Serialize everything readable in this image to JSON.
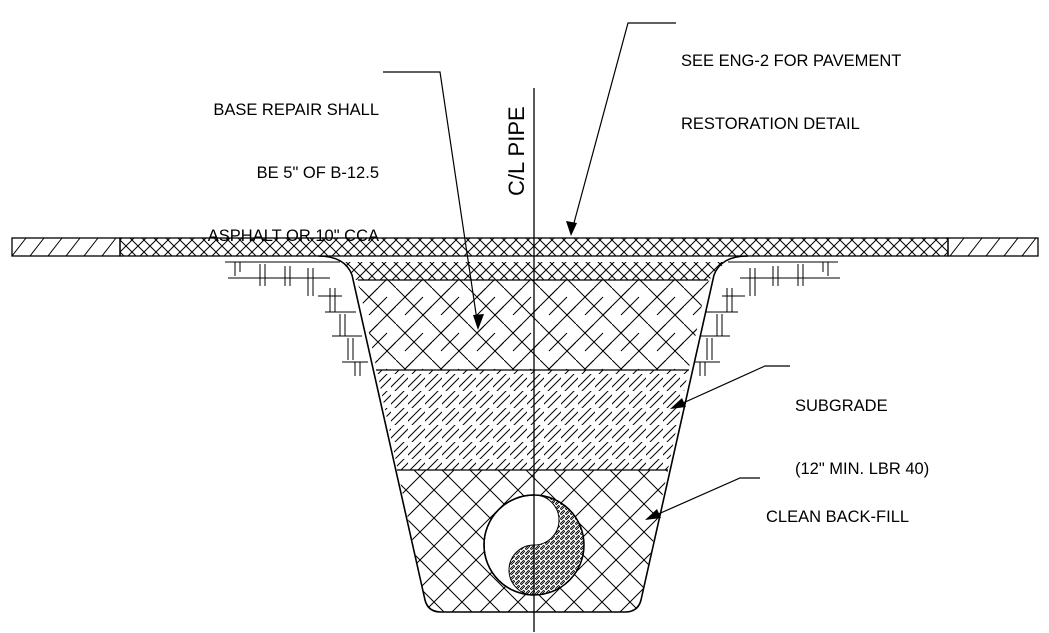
{
  "notes": {
    "pavement": [
      "SEE ENG-2 FOR PAVEMENT",
      "RESTORATION DETAIL"
    ],
    "base_repair": [
      "BASE REPAIR SHALL",
      "BE 5\" OF B-12.5",
      "ASPHALT OR 10\" CCA"
    ],
    "subgrade": [
      "SUBGRADE",
      "(12\" MIN. LBR 40)"
    ],
    "backfill": [
      "CLEAN BACK-FILL"
    ],
    "centerline": "C/L PIPE"
  },
  "colors": {
    "line": "#000000",
    "background": "#ffffff",
    "pipe_fill": "#ffffff"
  }
}
